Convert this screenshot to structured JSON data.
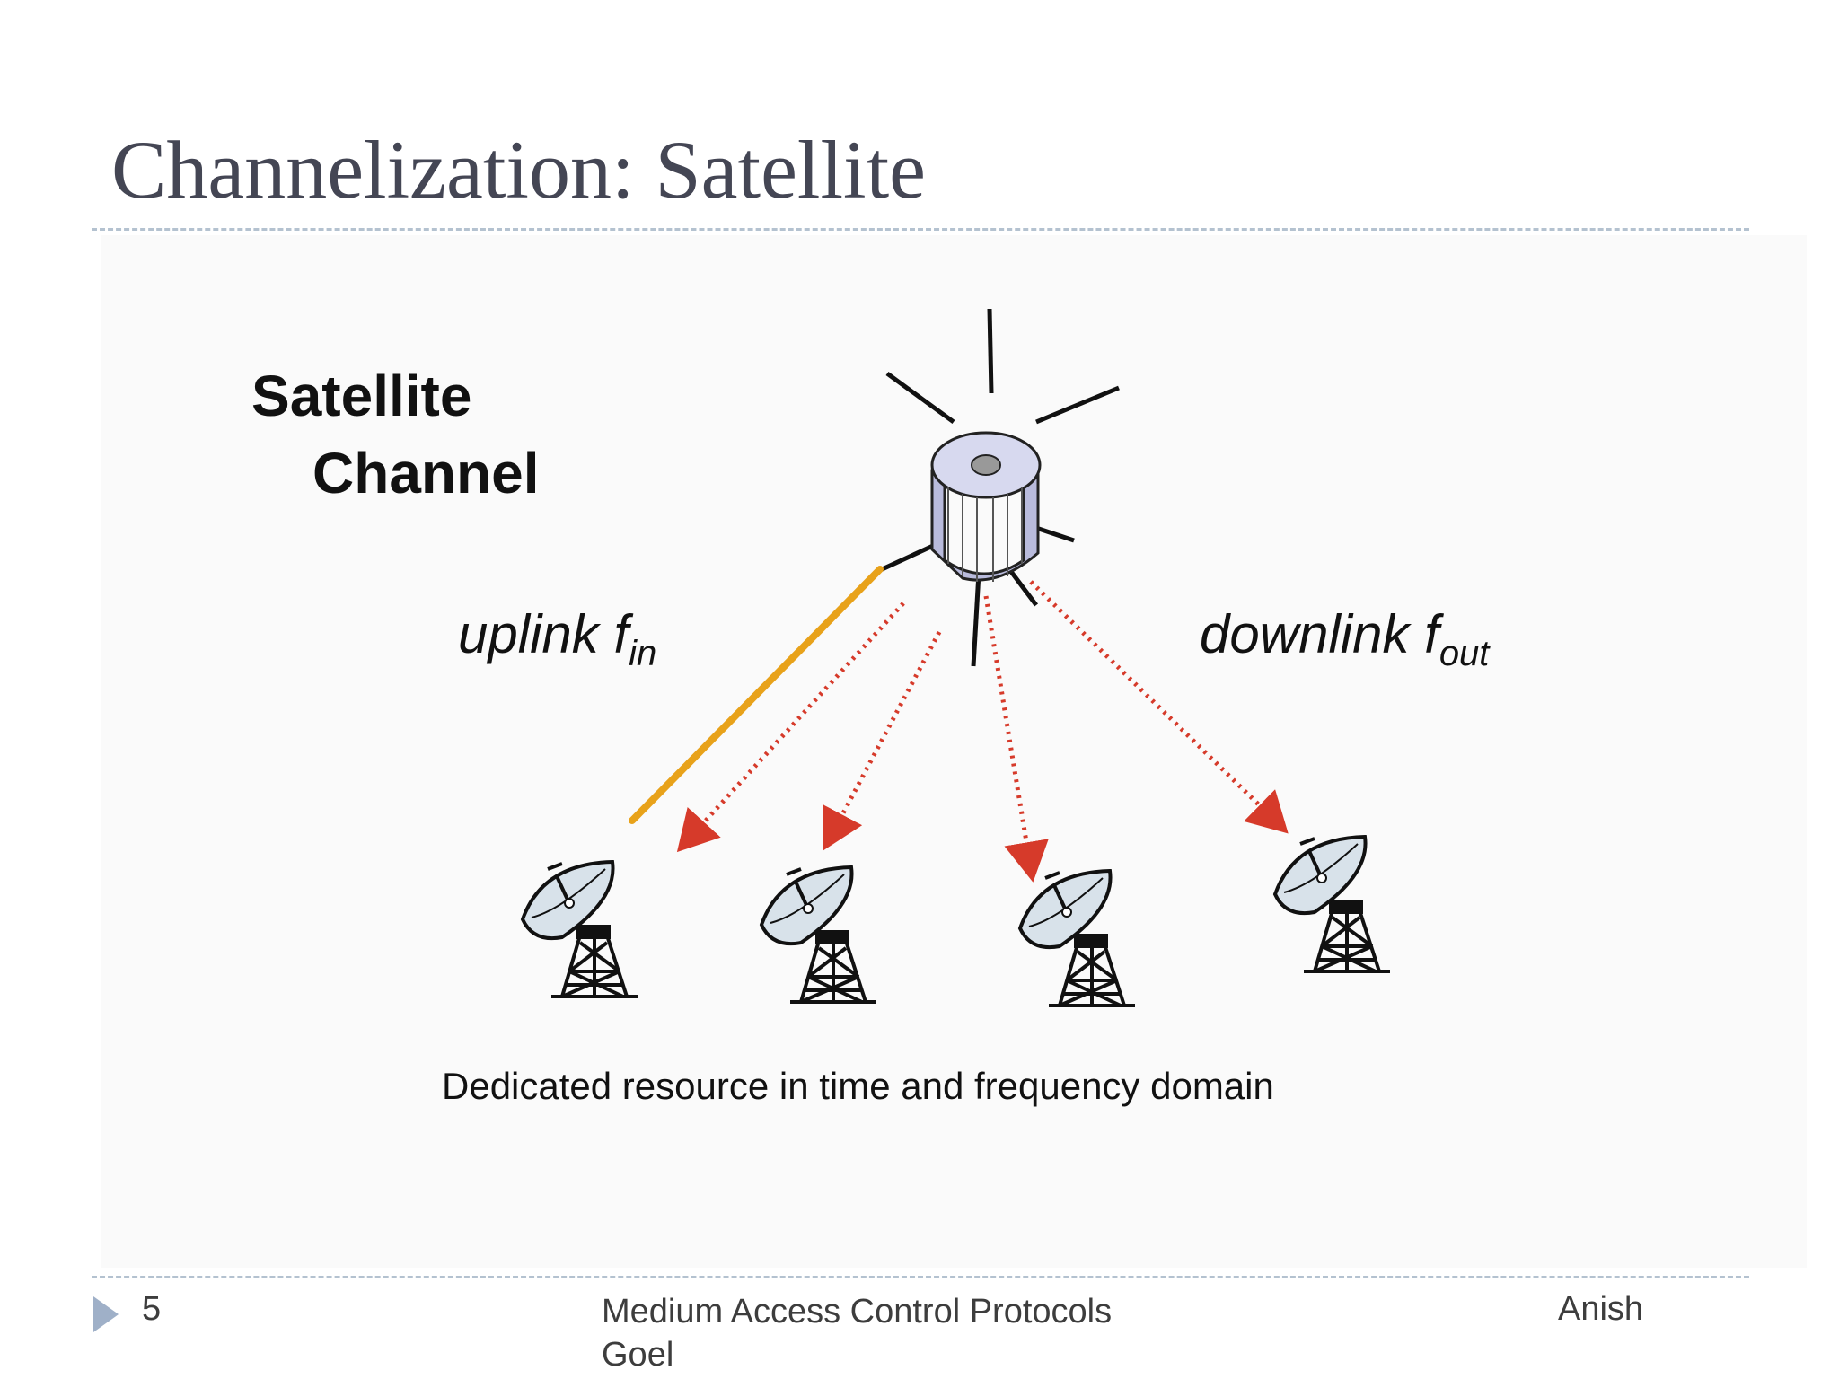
{
  "slide": {
    "title": "Channelization: Satellite"
  },
  "figure": {
    "heading_line1": "Satellite",
    "heading_line2": "Channel",
    "uplink_label": "uplink f",
    "uplink_subscript": "in",
    "downlink_label": "downlink f",
    "downlink_subscript": "out",
    "caption": "Dedicated resource in time and frequency domain",
    "ground_stations": 4,
    "colors": {
      "uplink": "#e8a21a",
      "downlink": "#d63a2a",
      "satellite_body": "#c9cbe6",
      "dish": "#d8e2ea"
    }
  },
  "footer": {
    "slide_number": "5",
    "presentation_title": "Medium Access Control Protocols",
    "author_first": "Anish",
    "author_last": "Goel",
    "marker_icon": "play-triangle-icon"
  }
}
